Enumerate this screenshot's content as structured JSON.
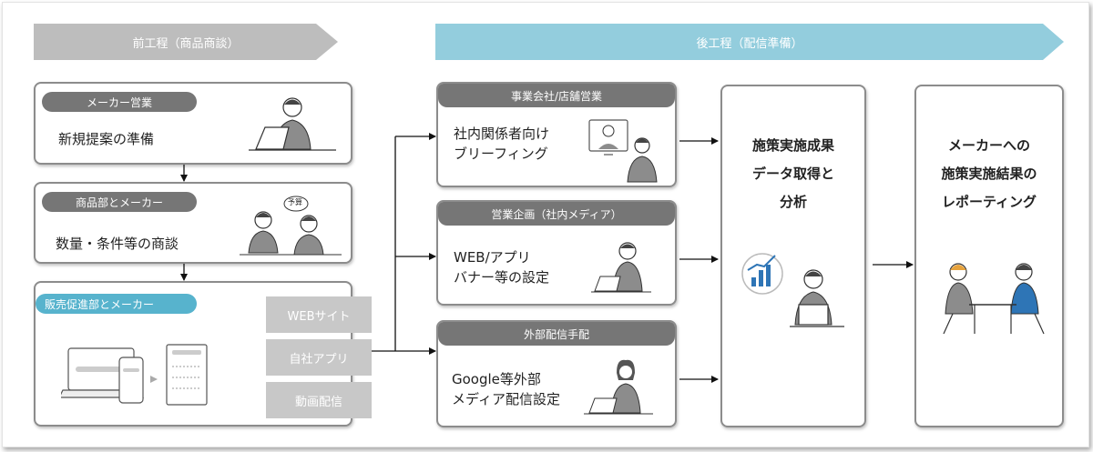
{
  "phases": {
    "pre": "前工程（商品商談）",
    "post": "後工程（配信準備）"
  },
  "left": {
    "step1": {
      "tag": "メーカー営業",
      "text": "新規提案の準備"
    },
    "step2": {
      "tag": "商品部とメーカー",
      "text": "数量・条件等の商談",
      "bubble": "予算"
    },
    "step3": {
      "tag": "販売促進部とメーカー",
      "buttons": [
        "WEBサイト",
        "自社アプリ",
        "動画配信"
      ]
    }
  },
  "middle": [
    {
      "header": "事業会社/店舗営業",
      "lines": [
        "社内関係者向け",
        "ブリーフィング"
      ]
    },
    {
      "header": "営業企画（社内メディア）",
      "lines": [
        "WEB/アプリ",
        "バナー等の設定"
      ]
    },
    {
      "header": "外部配信手配",
      "lines": [
        "Google等外部",
        "メディア配信設定"
      ]
    }
  ],
  "result": {
    "lines": [
      "施策実施成果",
      "データ取得と",
      "分析"
    ]
  },
  "report": {
    "lines": [
      "メーカーへの",
      "施策実施結果の",
      "レポーティング"
    ]
  },
  "colors": {
    "gray_phase": "#bdbdbd",
    "blue_phase": "#93cddd",
    "tag_gray": "#767676",
    "tag_blue": "#57b3cd",
    "chart_blue": "#2e75b6"
  }
}
